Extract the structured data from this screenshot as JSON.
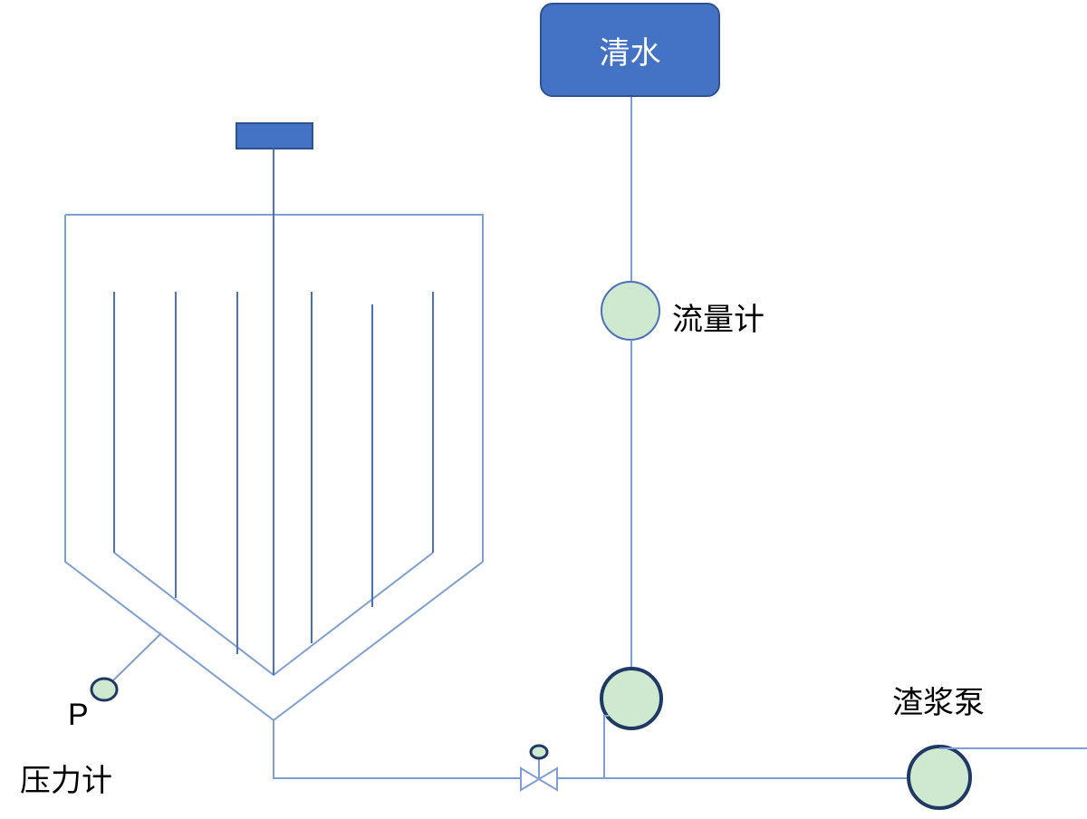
{
  "labels": {
    "clear_water": "清水",
    "flow_meter": "流量计",
    "slurry_pump": "渣浆泵",
    "pressure_symbol": "P",
    "pressure_gauge": "压力计"
  },
  "colors": {
    "line": "#7f9fd4",
    "line_dark": "#4a72b8",
    "tank_fill": "#4472c4",
    "instrument_fill": "#cfe8d0",
    "instrument_stroke": "#1f3864"
  },
  "icons": {
    "valve": "gate-valve-icon",
    "pump": "pump-icon",
    "meter": "flow-meter-icon"
  }
}
